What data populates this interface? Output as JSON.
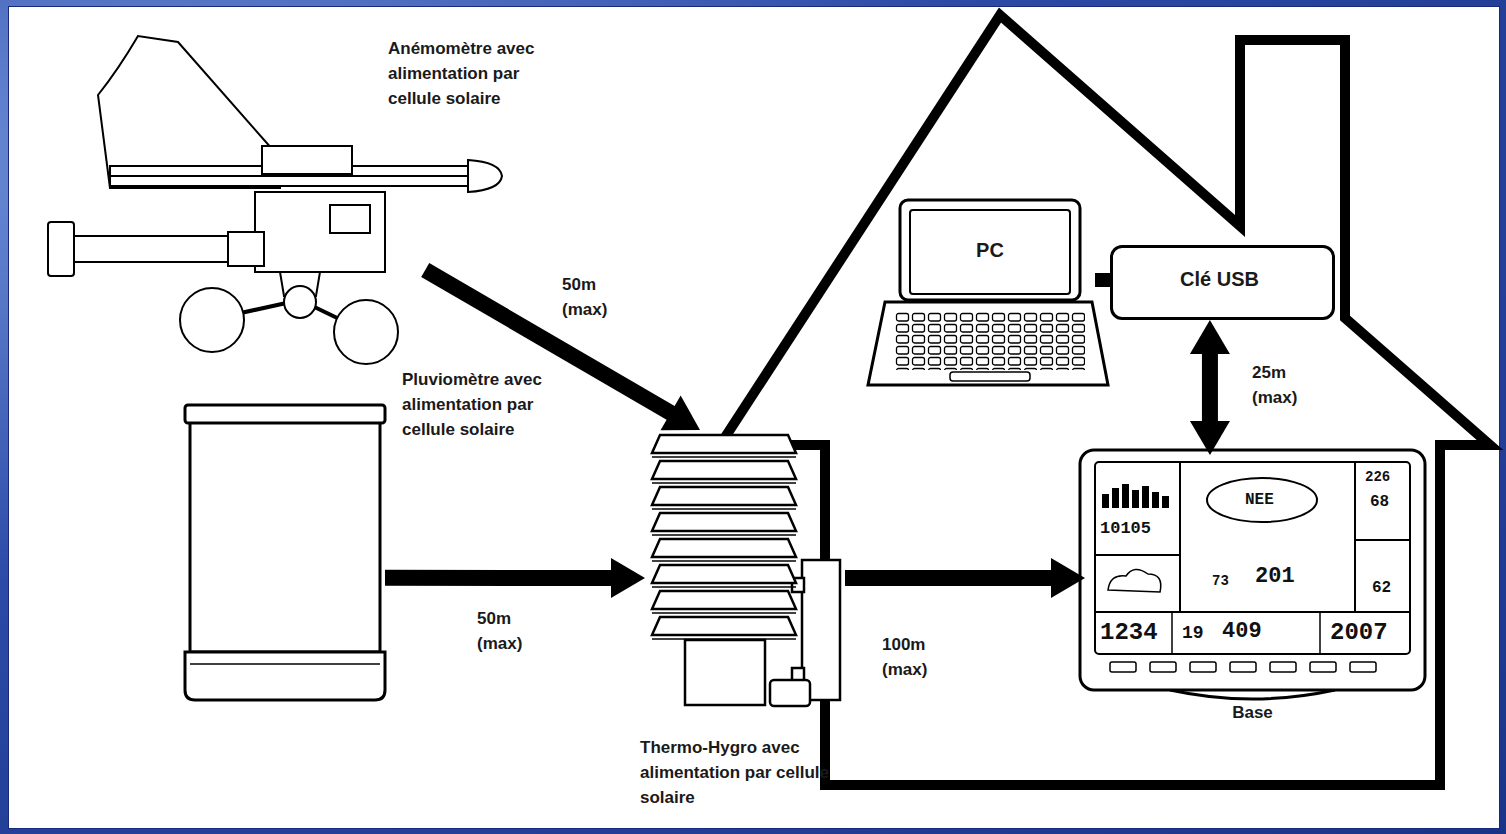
{
  "diagram": {
    "nodes": [
      {
        "text": [
          "Anémomètre avec alimentation par cellule solaire"
        ]
      },
      {
        "text": [
          "Pluviomètre avec alimentation par cellule solaire"
        ]
      },
      {
        "text": [
          "Thermo-Hygro avec alimentation par cellule solaire"
        ]
      },
      {
        "text": [
          "PC"
        ]
      },
      {
        "text": [
          "Clé USB"
        ]
      },
      {
        "text": [
          "Base"
        ]
      }
    ],
    "edges": [
      {
        "from": 0,
        "to": 2,
        "arrow": "to",
        "label": "50m (max)"
      },
      {
        "from": 1,
        "to": 2,
        "arrow": "to",
        "label": "50m (max)"
      },
      {
        "from": 2,
        "to": 5,
        "arrow": "to",
        "label": "100m (max)"
      },
      {
        "from": 3,
        "to": 4,
        "arrow": "none"
      },
      {
        "from": 4,
        "to": 5,
        "arrow": "both",
        "label": "25m (max)"
      }
    ],
    "labels": [
      "10105",
      "NEE",
      "73",
      "201",
      "226",
      "68",
      "62",
      "1234",
      "19",
      "409",
      "2007"
    ]
  }
}
